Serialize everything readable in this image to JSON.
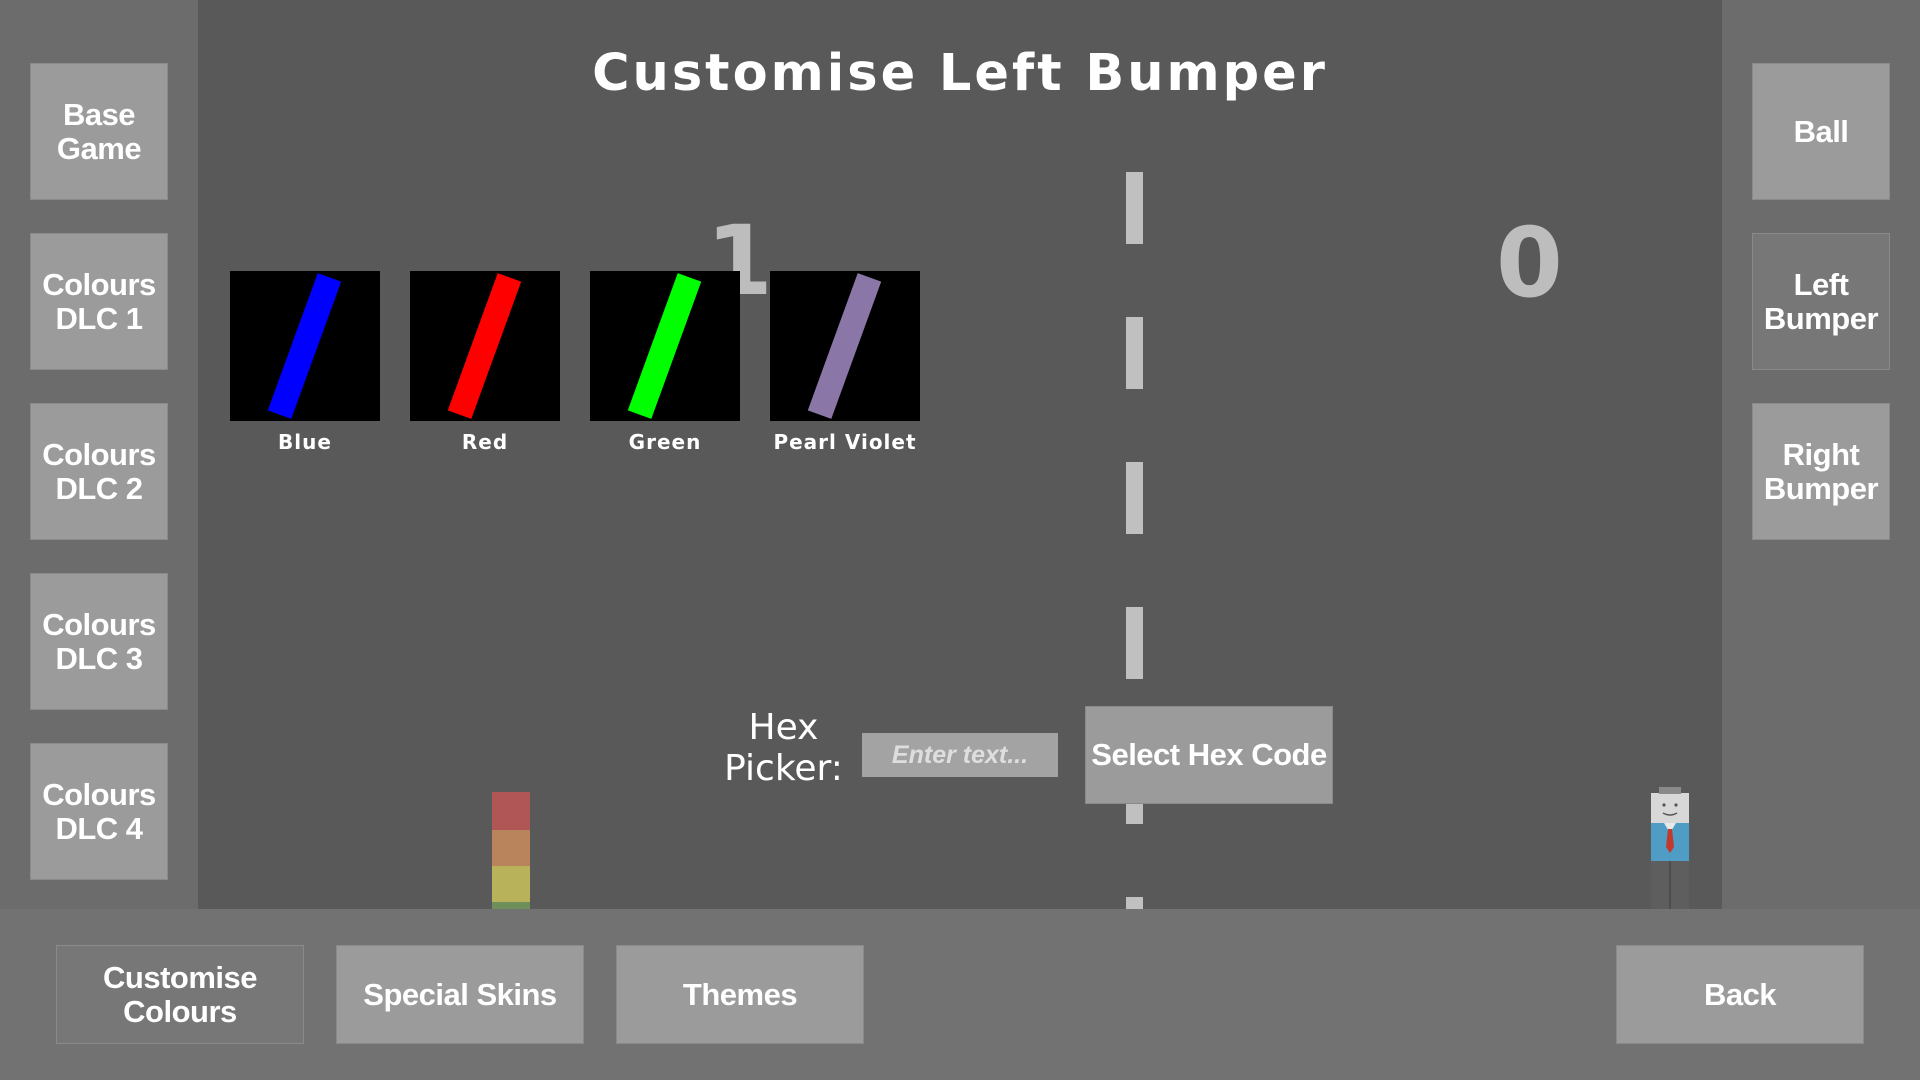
{
  "title": "Customise Left Bumper",
  "left_menu": [
    "Base\nGame",
    "Colours\nDLC 1",
    "Colours\nDLC 2",
    "Colours\nDLC 3",
    "Colours\nDLC 4"
  ],
  "right_menu": [
    "Ball",
    "Left\nBumper",
    "Right\nBumper"
  ],
  "bottom_menu": {
    "customise_colours": "Customise\nColours",
    "special_skins": "Special Skins",
    "themes": "Themes",
    "back": "Back"
  },
  "scores": {
    "left": "1",
    "right": "0"
  },
  "swatches": [
    {
      "name": "Blue",
      "color": "#0000ff"
    },
    {
      "name": "Red",
      "color": "#ff0000"
    },
    {
      "name": "Green",
      "color": "#00ff00"
    },
    {
      "name": "Pearl Violet",
      "color": "#8a77a8"
    }
  ],
  "hex_picker": {
    "label": "Hex\nPicker:",
    "placeholder": "Enter text...",
    "select_label": "Select Hex Code"
  },
  "colors": {
    "field": "#595959",
    "button": "#9b9b9b",
    "button_active": "#777777",
    "center_line": "#c0c0c0"
  }
}
